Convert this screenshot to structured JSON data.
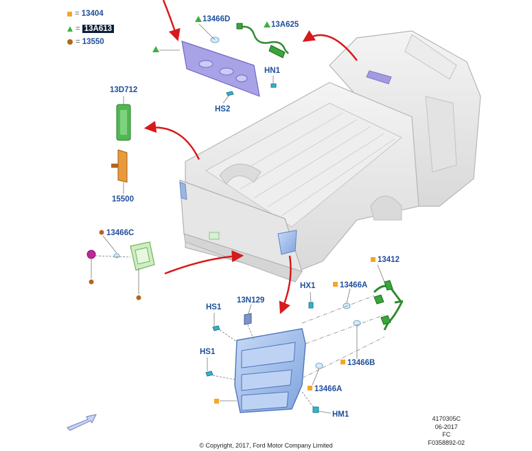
{
  "legend": [
    {
      "symbol": "square-icon",
      "color": "#f5a623",
      "equals": "=",
      "code": "13404"
    },
    {
      "symbol": "triangle-icon",
      "color": "#3cb043",
      "equals": "=",
      "code": "13A613"
    },
    {
      "symbol": "circle-icon",
      "color": "#b5651d",
      "equals": "=",
      "code": "13550"
    }
  ],
  "callouts": {
    "p13466D": "13466D",
    "p13A625": "13A625",
    "HN1": "HN1",
    "HS2": "HS2",
    "p13D712": "13D712",
    "p15500": "15500",
    "p13466C": "13466C",
    "p13412": "13412",
    "HX1": "HX1",
    "p13466A_top": "13466A",
    "p13N129": "13N129",
    "HS1_top": "HS1",
    "HS1_bottom": "HS1",
    "p13466B": "13466B",
    "p13466A_bottom": "13466A",
    "HM1": "HM1"
  },
  "footer": {
    "ref": "4170305C",
    "date": "06-2017",
    "code": "FC",
    "id": "F0358892-02",
    "copyright": "© Copyright, 2017, Ford Motor Company Limited"
  },
  "colors": {
    "callout_text": "#1f4e9a",
    "arrow": "#d7191c",
    "square": "#f5a623",
    "triangle": "#3cb043",
    "circle": "#b5651d",
    "lamp_body": "#a9c4ee",
    "harness": "#2e8b2e"
  }
}
